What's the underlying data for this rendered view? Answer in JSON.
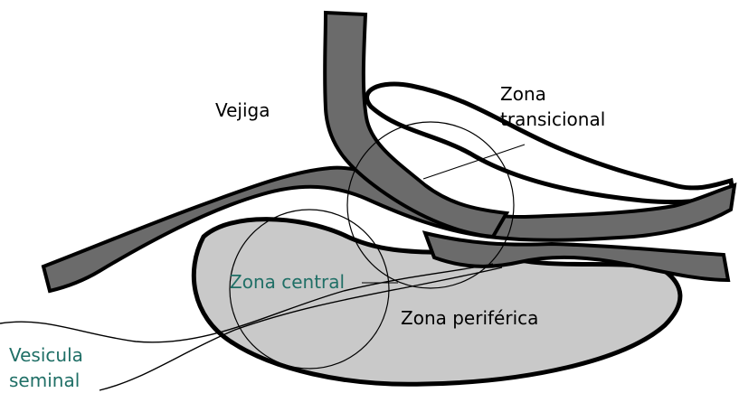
{
  "labels": {
    "vejiga": "Vejiga",
    "zona_transicional_1": "Zona",
    "zona_transicional_2": "transicional",
    "zona_central": "Zona central",
    "zona_periferica": "Zona periférica",
    "vesicula_1": "Vesicula",
    "vesicula_2": "seminal"
  },
  "colors": {
    "dark_wall": "#6b6b6b",
    "peripheral_fill": "#c9c9c9",
    "outline": "#000000",
    "teal_label": "#1f6f66",
    "background": "#ffffff"
  }
}
